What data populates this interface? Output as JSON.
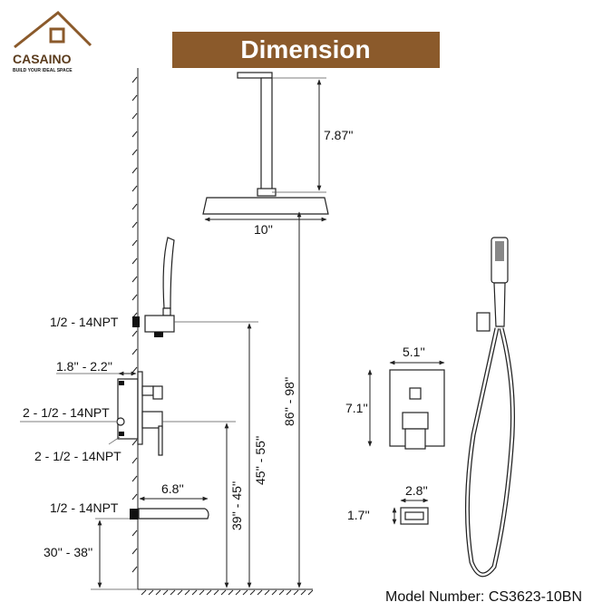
{
  "brand": {
    "name": "CASAINO",
    "tagline": "BUILD YOUR IDEAL SPACE",
    "color": "#8B5A2B"
  },
  "banner": {
    "title": "Dimension",
    "color": "#8B5A2B"
  },
  "dimensions": {
    "arm_height": "7.87''",
    "head_width": "10''",
    "head_height_range": "86'' - 98''",
    "holder_height_range": "45'' - 55''",
    "valve_height_range": "39'' - 45''",
    "spout_height_range": "30'' - 38''",
    "spout_length": "6.8''",
    "valve_depth": "1.8'' - 2.2''",
    "holder_inlet": "1/2 - 14NPT",
    "valve_inlet_1": "2 - 1/2 - 14NPT",
    "valve_inlet_2": "2 - 1/2 - 14NPT",
    "spout_inlet": "1/2 - 14NPT",
    "trim_width": "5.1''",
    "trim_height": "7.1''",
    "overflow_width": "2.8''",
    "overflow_height": "1.7''"
  },
  "model": {
    "label": "Model Number: CS3623-10BN"
  }
}
